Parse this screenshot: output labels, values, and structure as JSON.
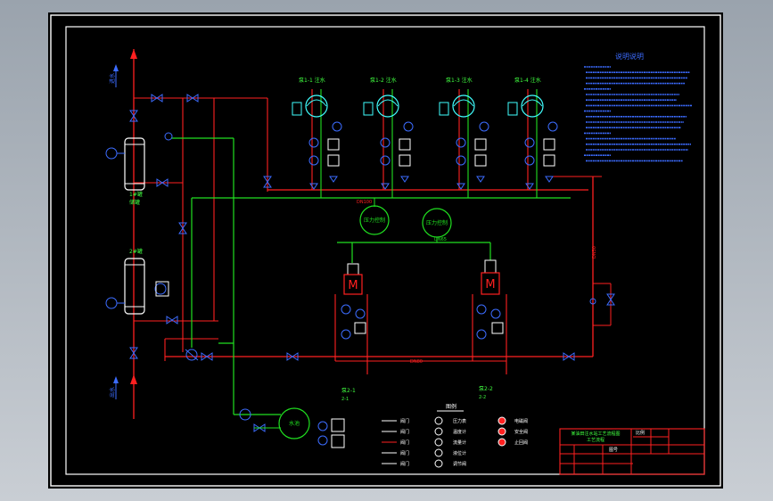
{
  "colors": {
    "background": "#000000",
    "frame": "#ffffff",
    "pipe_red": "#ff2020",
    "pipe_green": "#20e020",
    "label_blue": "#3c6cff",
    "label_cyan": "#40ffff",
    "label_green": "#40ff40",
    "title_red": "#ff2020",
    "bezel": "#b8bec6"
  },
  "notes": {
    "title": "说明说明",
    "line_count": 18
  },
  "legend": {
    "title": "图例",
    "items": [
      "阀门",
      "阀门",
      "阀门",
      "阀门",
      "阀门",
      "压力表",
      "温度计",
      "流量计",
      "液位计",
      "调节阀",
      "电磁阀",
      "安全阀",
      "止回阀"
    ]
  },
  "pumps": {
    "top_labels": [
      "泵1-1 注水",
      "泵1-2 注水",
      "泵1-3 注水",
      "泵1-4 注水"
    ],
    "bottom_labels": [
      "泵2-1",
      "泵2-2"
    ],
    "small_labels": [
      "2-1",
      "2-2"
    ]
  },
  "tanks": {
    "upper_label": "1#罐",
    "upper_caption": "储罐",
    "lower_label": "2#罐"
  },
  "instruments": {
    "circle_a": "压力控制",
    "circle_b": "压力控制",
    "motor_tag": "M",
    "reservoir": "水池"
  },
  "lines": {
    "header_tag": "DN100",
    "return_tag": "DN80",
    "vertical_tag": "DN50",
    "green_tag": "DN65"
  },
  "title_block": {
    "project": "某油田注水站工艺流程图",
    "drawing": "工艺流程",
    "scale": "比例",
    "sheet": "图号"
  }
}
